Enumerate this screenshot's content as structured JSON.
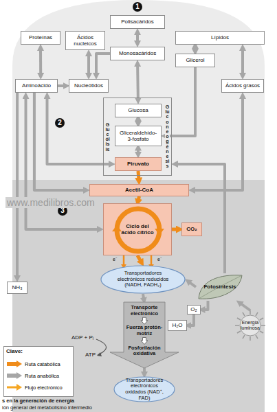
{
  "diagram": {
    "title": "s en la generación de energía",
    "caption": "ión general del metabolismo intermedio",
    "nodes": [
      {
        "text": [
          "Polisacáridos"
        ]
      },
      {
        "text": [
          "Proteínas"
        ]
      },
      {
        "text": [
          "Ácidos nucleicos"
        ]
      },
      {
        "text": [
          "Lípidos"
        ]
      },
      {
        "text": [
          "Monosacáridos"
        ]
      },
      {
        "text": [
          "Glicerol"
        ]
      },
      {
        "text": [
          "Aminoácido"
        ]
      },
      {
        "text": [
          "Nucleótidos"
        ]
      },
      {
        "text": [
          "Ácidos grasos"
        ]
      },
      {
        "text": [
          "Glucólisis",
          "Gluconeogénesis"
        ]
      },
      {
        "text": [
          "Glucosa"
        ],
        "in": 9
      },
      {
        "text": [
          "Gliceraldehído-3-fosfato"
        ],
        "in": 9
      },
      {
        "text": [
          "Piruvato"
        ],
        "in": 9
      },
      {
        "text": [
          "Acetil-CoA"
        ]
      },
      {
        "text": [
          "Ciclo del ácido cítrico"
        ]
      },
      {
        "text": [
          "CO₂"
        ]
      },
      {
        "text": [
          "Transportadores electrónicos reducidos (NADH, FADH₂)"
        ]
      },
      {
        "text": [
          "NH₃"
        ]
      },
      {
        "text": [
          "Fotosíntesis"
        ]
      },
      {
        "text": [
          "O₂"
        ]
      },
      {
        "text": [
          "H₂O"
        ]
      },
      {
        "text": [
          "Energía luminosa"
        ]
      },
      {
        "text": [
          "Transporte electrónico",
          "Fuerza protón-motriz",
          "Fosforilación oxidativa"
        ]
      },
      {
        "text": [
          "Transportadores electrónicos oxidados (NAD⁺, FAD)"
        ]
      }
    ],
    "edges": [
      {
        "from": 0,
        "to": 4,
        "arrow": "both"
      },
      {
        "from": 1,
        "to": 6,
        "arrow": "both"
      },
      {
        "from": 2,
        "to": 7,
        "arrow": "both"
      },
      {
        "from": 3,
        "to": 5,
        "arrow": "both"
      },
      {
        "from": 3,
        "to": 8,
        "arrow": "both"
      },
      {
        "from": 6,
        "to": 7,
        "arrow": "to"
      },
      {
        "from": 4,
        "to": 7,
        "arrow": "to"
      },
      {
        "from": 4,
        "to": 10,
        "arrow": "both"
      },
      {
        "from": 5,
        "to": 11,
        "arrow": "to"
      },
      {
        "from": 10,
        "to": 11,
        "arrow": "both"
      },
      {
        "from": 11,
        "to": 12,
        "arrow": "both"
      },
      {
        "from": 12,
        "to": 13,
        "arrow": "to"
      },
      {
        "from": 6,
        "to": 12,
        "arrow": "both"
      },
      {
        "from": 6,
        "to": 13,
        "arrow": "to"
      },
      {
        "from": 6,
        "to": 14,
        "arrow": "both"
      },
      {
        "from": 8,
        "to": 13,
        "arrow": "both"
      },
      {
        "from": 13,
        "to": 14,
        "arrow": "to"
      },
      {
        "from": 14,
        "to": 15,
        "arrow": "to"
      },
      {
        "from": 14,
        "to": 16,
        "arrow": "to"
      },
      {
        "from": 6,
        "to": 17,
        "arrow": "to"
      },
      {
        "from": 16,
        "to": 22,
        "arrow": "to"
      },
      {
        "from": 22,
        "to": 23,
        "arrow": "to"
      },
      {
        "from": 18,
        "to": 16,
        "arrow": "to"
      },
      {
        "from": 18,
        "to": 19,
        "arrow": "to"
      },
      {
        "from": 19,
        "to": 20,
        "arrow": "to"
      },
      {
        "from": 21,
        "to": 18,
        "arrow": "to"
      },
      {
        "from": 18,
        "to": 9,
        "arrow": "to"
      }
    ],
    "labels": [
      "1",
      "2",
      "3",
      "www.medilibros.com",
      "e⁻",
      "e⁻",
      "Clave:",
      "ADP + Pᵢ",
      "ATP"
    ],
    "legend": [
      {
        "text": "Ruta catabólica",
        "color": "#f08c1a"
      },
      {
        "text": "Ruta anabólica",
        "color": "#a6a6a6"
      },
      {
        "text": "Flujo electrónico",
        "color": "#f5a623"
      }
    ]
  }
}
